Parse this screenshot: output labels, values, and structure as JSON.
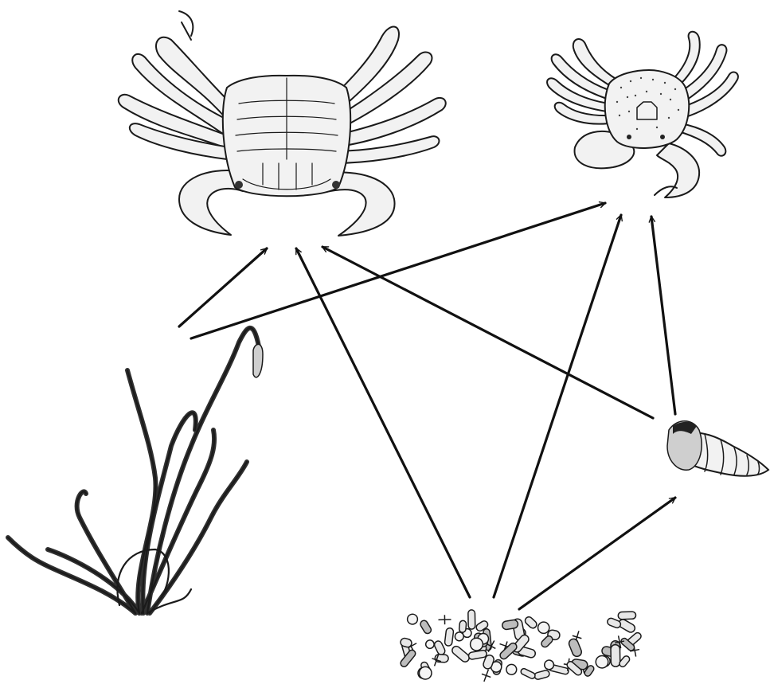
{
  "diagram": {
    "type": "food-web",
    "nodes": [
      {
        "id": "large-crab",
        "icon": "large-crab-icon"
      },
      {
        "id": "small-crab",
        "icon": "small-crab-icon"
      },
      {
        "id": "seagrass",
        "icon": "seagrass-icon"
      },
      {
        "id": "snail",
        "icon": "snail-icon"
      },
      {
        "id": "detritus",
        "icon": "detritus-icon"
      }
    ],
    "edges": [
      {
        "from": "seagrass",
        "to": "large-crab"
      },
      {
        "from": "seagrass",
        "to": "small-crab"
      },
      {
        "from": "detritus",
        "to": "large-crab"
      },
      {
        "from": "detritus",
        "to": "small-crab"
      },
      {
        "from": "detritus",
        "to": "snail"
      },
      {
        "from": "snail",
        "to": "large-crab"
      },
      {
        "from": "snail",
        "to": "small-crab"
      }
    ],
    "colors": {
      "ink": "#1a1a1a",
      "background": "#ffffff"
    }
  }
}
